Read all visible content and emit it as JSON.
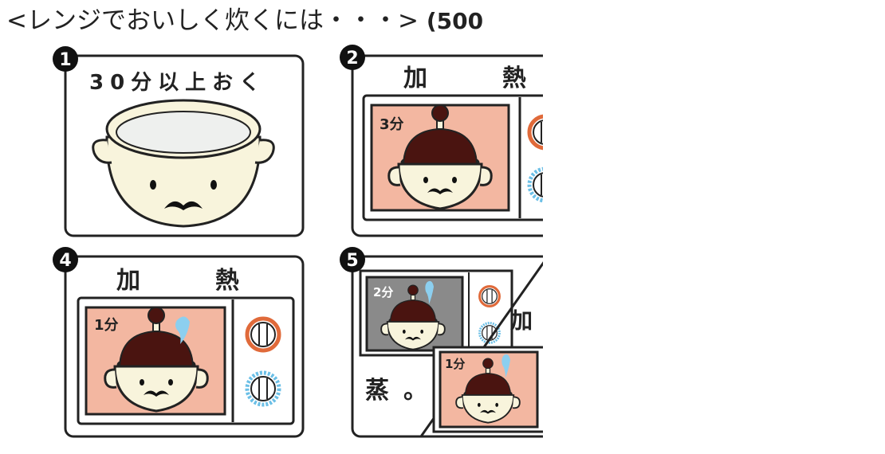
{
  "header": {
    "title": "<レンジでおいしく炊くには・・・>",
    "suffix": "(500"
  },
  "steps": [
    {
      "number": "1",
      "caption": "30分以上おく"
    },
    {
      "number": "2",
      "caption_left": "加",
      "caption_right": "熱",
      "timer": "3分"
    },
    {
      "number": "4",
      "caption_left": "加",
      "caption_right": "熱",
      "timer": "1分"
    },
    {
      "number": "5",
      "timer_back": "2分",
      "caption_right": "加",
      "caption_bottom": "蒸。",
      "timer_front": "1分"
    }
  ],
  "colors": {
    "panel_salmon": "#f3b7a1",
    "panel_gray": "#8a8a8a",
    "pot_lid": "#4a1410",
    "pot_body": "#f8f4dc",
    "dial_orange": "#e06a3a",
    "dial_blue": "#6bbfe6",
    "steam_blue": "#8ccfef"
  }
}
